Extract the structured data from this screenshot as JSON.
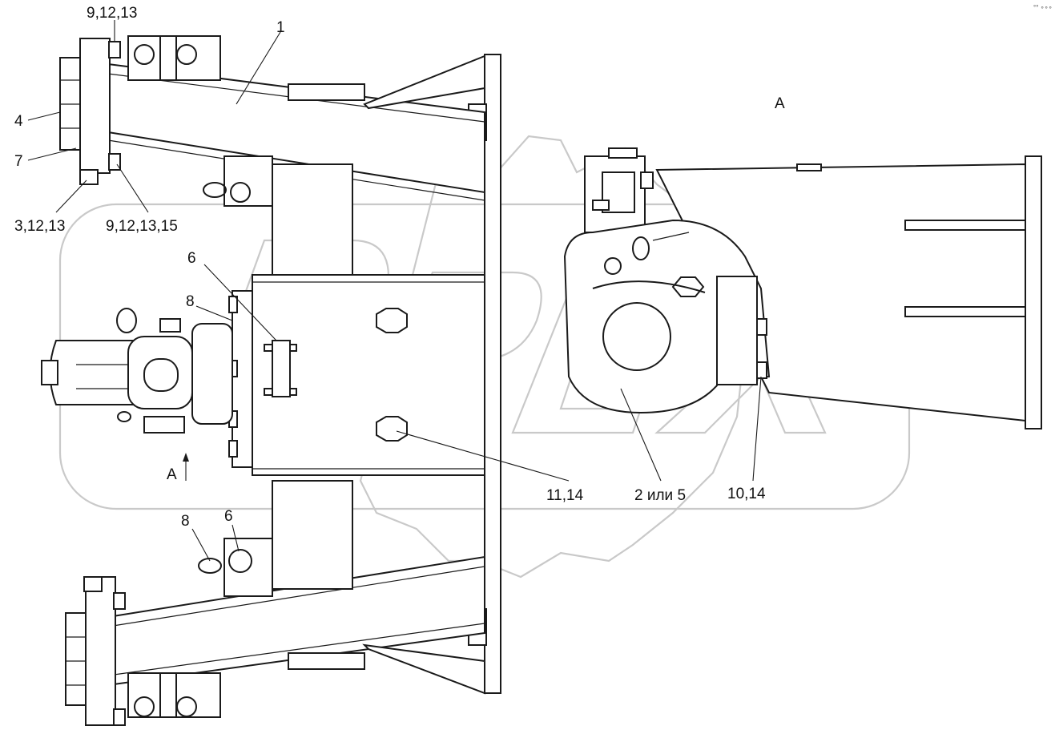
{
  "labels": {
    "l1": "1",
    "l4": "4",
    "l7": "7",
    "l9_12_13": "9,12,13",
    "l3_12_13": "3,12,13",
    "l9_12_13_15": "9,12,13,15",
    "l6_top": "6",
    "l8_top": "8",
    "lA_arrow": "A",
    "l8_bottom": "8",
    "l6_bottom": "6",
    "l11_14": "11,14",
    "l2_or_5": "2 или 5",
    "l10_14": "10,14",
    "lA_view": "A",
    "corner_mark": "°° ∘∘∘"
  },
  "watermark": "OPEX",
  "colors": {
    "line": "#1a1a1a",
    "watermark": "#c9c9c9",
    "background": "#ffffff"
  }
}
